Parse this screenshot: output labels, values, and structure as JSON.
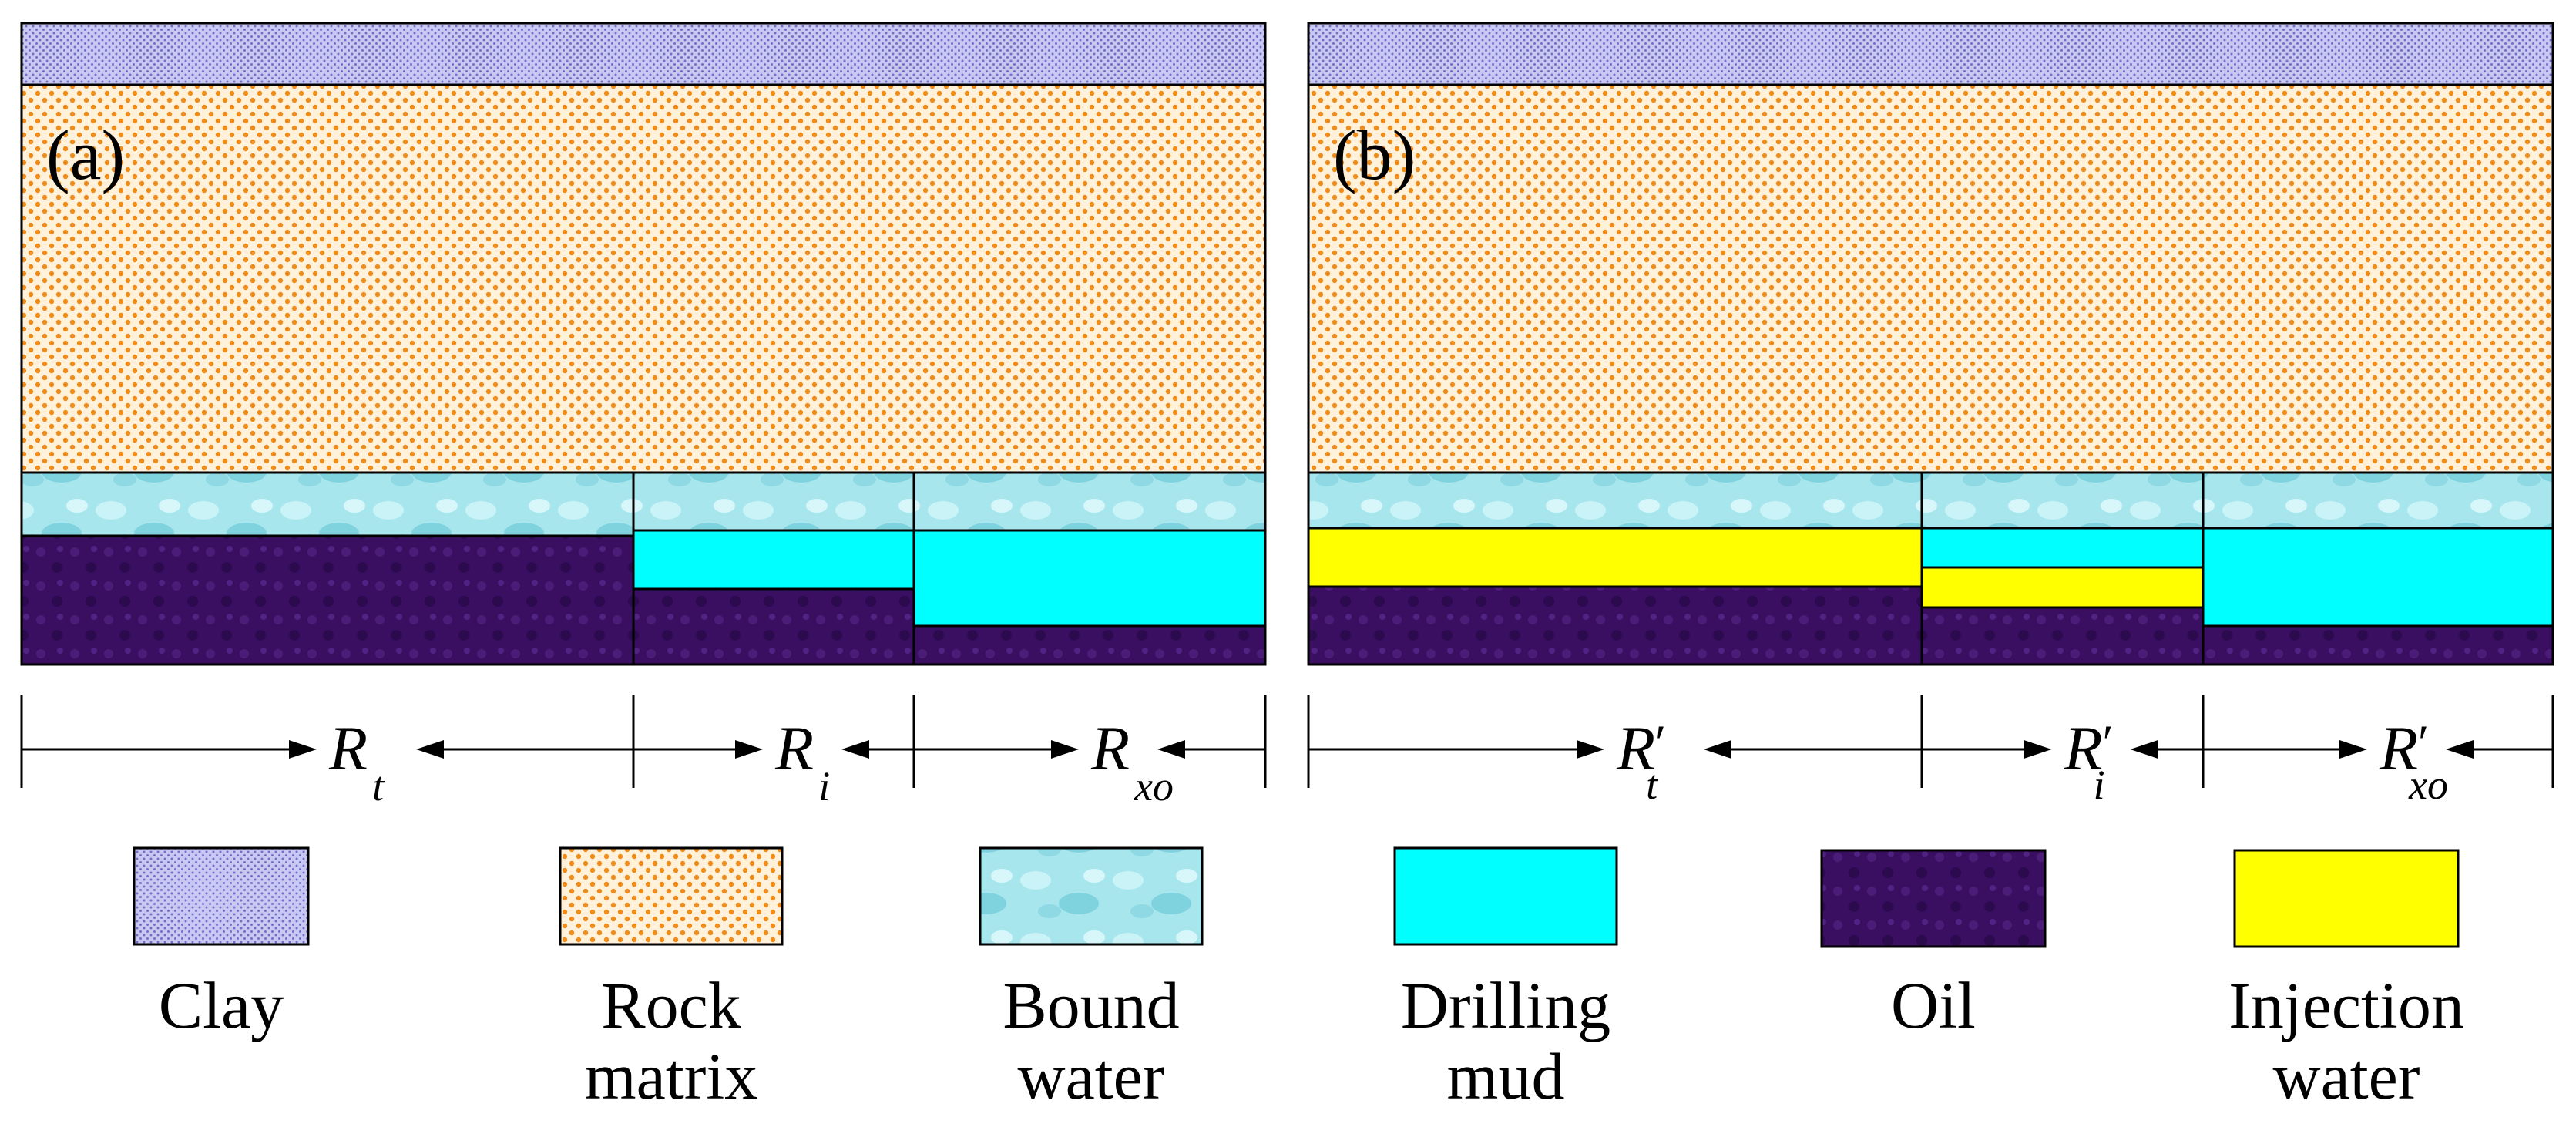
{
  "panels": [
    {
      "tag": "(a)",
      "zones": [
        {
          "main": "R",
          "sub": "t",
          "prime": ""
        },
        {
          "main": "R",
          "sub": "i",
          "prime": ""
        },
        {
          "main": "R",
          "sub": "xo",
          "prime": ""
        }
      ]
    },
    {
      "tag": "(b)",
      "zones": [
        {
          "main": "R",
          "sub": "t",
          "prime": "′"
        },
        {
          "main": "R",
          "sub": "i",
          "prime": "′"
        },
        {
          "main": "R",
          "sub": "xo",
          "prime": "′"
        }
      ]
    }
  ],
  "legend": [
    {
      "key": "clay",
      "lines": [
        "Clay"
      ]
    },
    {
      "key": "rock",
      "lines": [
        "Rock",
        "matrix"
      ]
    },
    {
      "key": "bound",
      "lines": [
        "Bound",
        "water"
      ]
    },
    {
      "key": "mud",
      "lines": [
        "Drilling",
        "mud"
      ]
    },
    {
      "key": "oil",
      "lines": [
        "Oil"
      ]
    },
    {
      "key": "inj",
      "lines": [
        "Injection",
        "water"
      ]
    }
  ],
  "colors": {
    "clay": "#c8c8f2",
    "rock": "#fff0d6",
    "bound": "#a8e6ee",
    "mud": "#00ffff",
    "oil": "#3a0f62",
    "inj": "#ffff00"
  }
}
